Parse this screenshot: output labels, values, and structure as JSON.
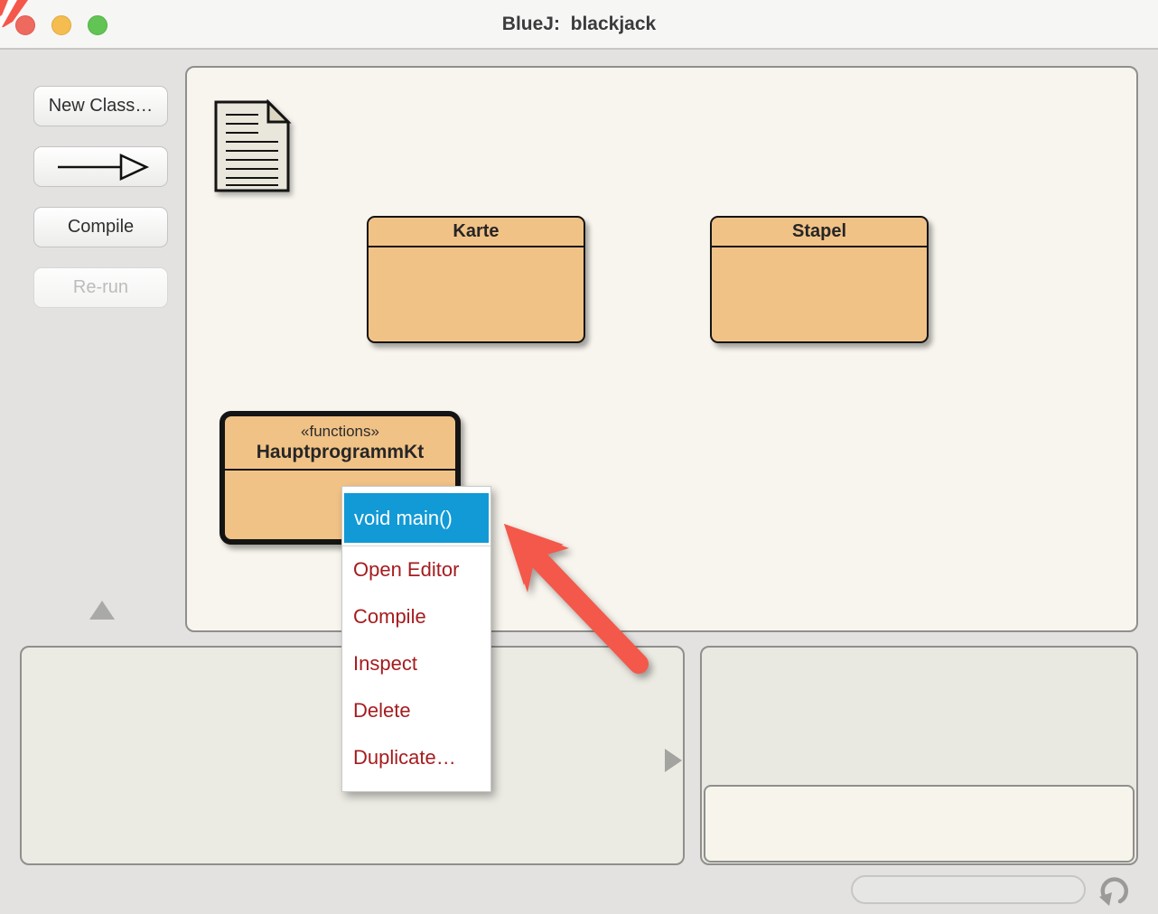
{
  "window": {
    "title": "BlueJ:  blackjack"
  },
  "toolbar": {
    "new_class_label": "New Class…",
    "compile_label": "Compile",
    "rerun_label": "Re-run",
    "arrow_button_icon": "uses-arrow-icon"
  },
  "diagram": {
    "readme_icon": "readme-document-icon",
    "classes": [
      {
        "name": "Karte"
      },
      {
        "name": "Stapel"
      },
      {
        "stereotype": "«functions»",
        "name": "HauptprogrammKt",
        "selected": true
      }
    ]
  },
  "context_menu": {
    "selected_item": "void main()",
    "items": [
      {
        "label": "Open Editor"
      },
      {
        "label": "Compile"
      },
      {
        "label": "Inspect"
      },
      {
        "label": "Delete"
      },
      {
        "label": "Duplicate…"
      }
    ]
  },
  "codepad": {
    "input_value": "",
    "input_placeholder": "",
    "rerun_icon": "history-undo-icon"
  },
  "annotations": {
    "arrow": "red-pointer-arrow",
    "corner_fragment": "red-corner-scribble"
  },
  "colors": {
    "menu_highlight": "#119ad6",
    "menu_text_red": "#a51c1f",
    "class_fill": "#f1c286",
    "annotation_red": "#f4584a",
    "diagram_bg": "#f8f5ee",
    "window_bg": "#e3e2e0"
  }
}
